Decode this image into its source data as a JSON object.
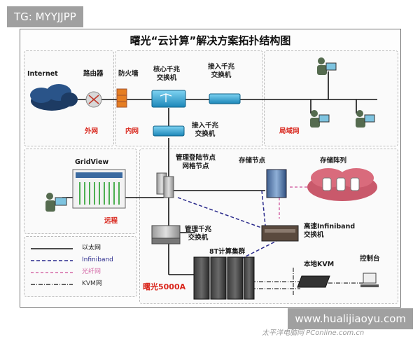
{
  "tag": "TG: MYYJJPP",
  "watermark": "www.hualijiaoyu.com",
  "title": "曙光“云计算”解决方案拓扑结构图",
  "labels": {
    "internet": "Internet",
    "router": "路由器",
    "firewall": "防火墙",
    "core_switch": [
      "核心千兆",
      "交换机"
    ],
    "access_switch_top": [
      "接入千兆",
      "交换机"
    ],
    "access_switch_bottom": [
      "接入千兆",
      "交换机"
    ],
    "outer_net": "外网",
    "inner_net": "内网",
    "lan": "局域网",
    "gridview": "GridView",
    "remote": "远程",
    "mgmt_node": [
      "管理登陆节点",
      "网格节点"
    ],
    "storage_node": "存储节点",
    "storage_array": "存储阵列",
    "mgmt_switch": [
      "管理千兆",
      "交换机"
    ],
    "ib_switch": [
      "高速Infiniband",
      "交换机"
    ],
    "cluster": "8T计算集群",
    "cluster_name": "曙光5000A",
    "kvm": "本地KVM",
    "console": "控制台",
    "site_mark": "太平洋电脑网 PConline.com.cn"
  },
  "legend": [
    {
      "label": "以太网",
      "color": "#111111",
      "style": "solid"
    },
    {
      "label": "Infiniband",
      "color": "#2b2b8c",
      "style": "dashed"
    },
    {
      "label": "光纤网",
      "color": "#d46aa8",
      "style": "dashed"
    },
    {
      "label": "KVM网",
      "color": "#333333",
      "style": "dashdot"
    }
  ],
  "colors": {
    "ethernet": "#111111",
    "infiniband": "#2b2b8c",
    "fiber": "#d46aa8",
    "kvm": "#333333",
    "accent_red": "#d9261c",
    "switch_blue": "#2aa7d6",
    "cloud_dark": "#1d3b63"
  }
}
